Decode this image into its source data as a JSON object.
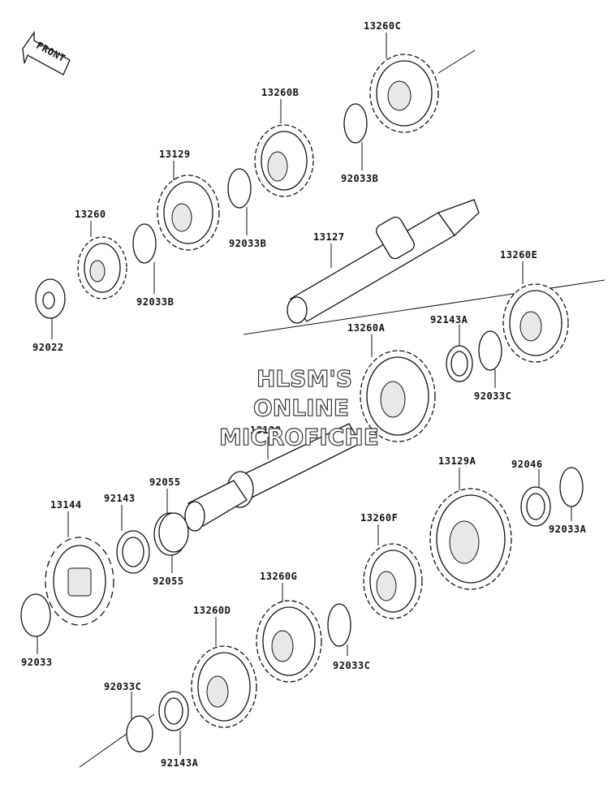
{
  "front_arrow": {
    "text": "FRONT"
  },
  "watermark": {
    "line1": "HLSM'S",
    "line2": "ONLINE",
    "line3": "MICROFICHE"
  },
  "labels": {
    "p13260C": "13260C",
    "p13260B": "13260B",
    "p92033B_a": "92033B",
    "p13129": "13129",
    "p92033B_b": "92033B",
    "p13260": "13260",
    "p92033B_c": "92033B",
    "p92022": "92022",
    "p13127": "13127",
    "p13260E": "13260E",
    "p92143A_a": "92143A",
    "p13260A": "13260A",
    "p92033C_a": "92033C",
    "p13128": "13128",
    "p92055_a": "92055",
    "p92143": "92143",
    "p13144": "13144",
    "p92055_b": "92055",
    "p13129A": "13129A",
    "p92046": "92046",
    "p92033A": "92033A",
    "p13260F": "13260F",
    "p13260G": "13260G",
    "p13260D": "13260D",
    "p92033": "92033",
    "p92033C_b": "92033C",
    "p92033C_c": "92033C",
    "p92143A_b": "92143A"
  }
}
